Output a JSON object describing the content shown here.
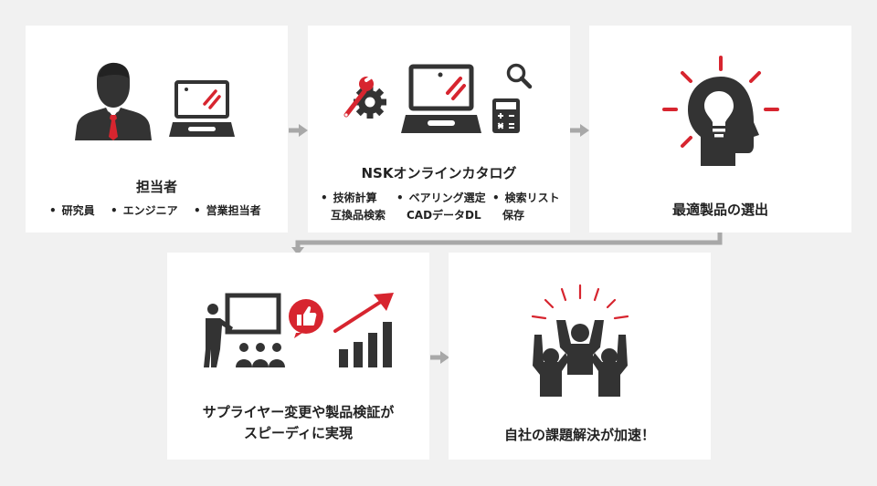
{
  "steps": [
    {
      "title": "担当者",
      "items": [
        "研究員",
        "エンジニア",
        "営業担当者"
      ]
    },
    {
      "title": "NSKオンラインカタログ",
      "items": [
        "技術計算",
        "互換品検索",
        "ベアリング選定",
        "CADデータDL",
        "検索リスト",
        "保存"
      ]
    },
    {
      "title": "最適製品の選出"
    },
    {
      "title_line1": "サプライヤー変更や製品検証が",
      "title_line2": "スピーディに実現"
    },
    {
      "title": "自社の課題解決が加速！"
    }
  ],
  "colors": {
    "background": "#f1f1f1",
    "card": "#ffffff",
    "icon_dark": "#333333",
    "accent_red": "#d7252f",
    "connector_gray": "#a8a8a8"
  },
  "icons": [
    "businessman-icon",
    "laptop-icon",
    "wrench-gear-icon",
    "laptop-icon",
    "magnifier-icon",
    "calculator-icon",
    "head-lightbulb-icon",
    "presenter-audience-icon",
    "thumbs-up-icon",
    "growth-chart-icon",
    "celebrating-people-icon"
  ]
}
